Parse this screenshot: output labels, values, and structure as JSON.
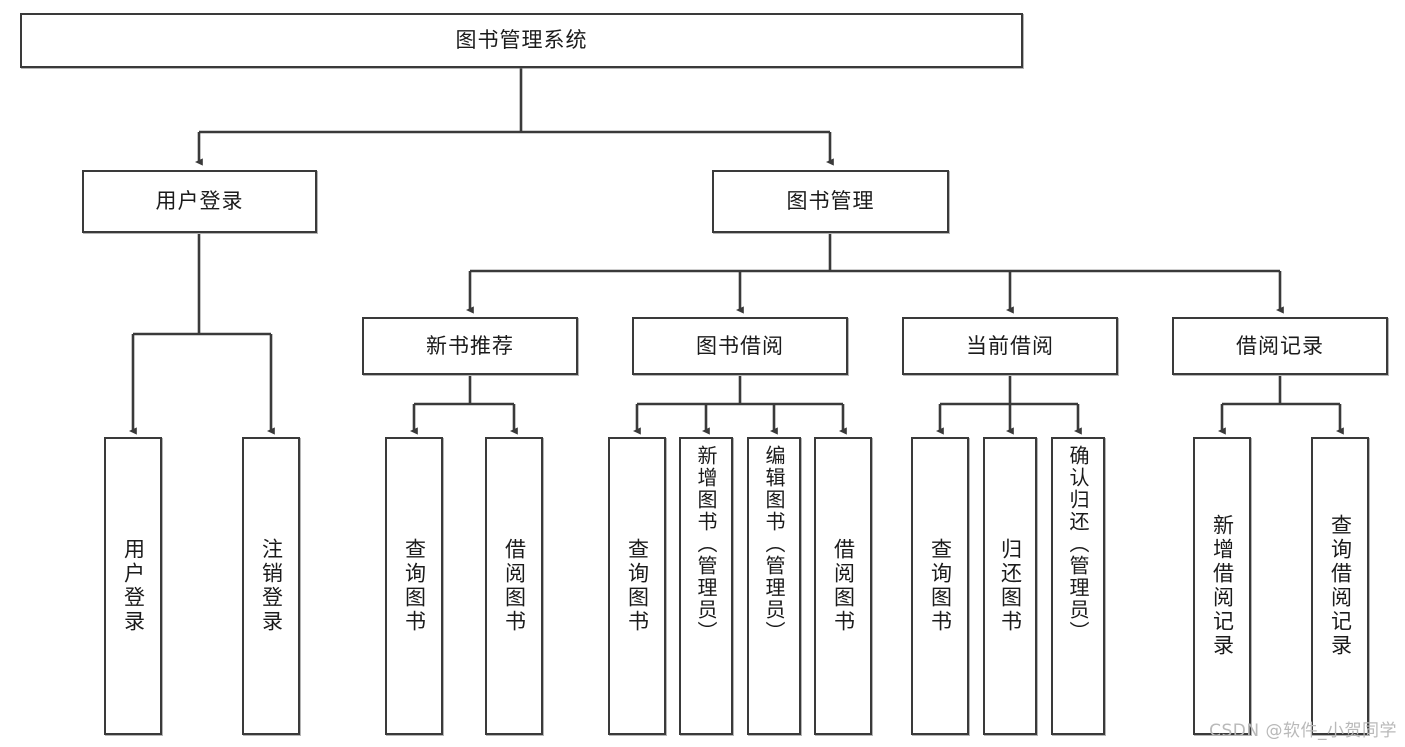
{
  "diagram": {
    "type": "tree",
    "title": "图书管理系统",
    "watermark": "CSDN @软件_小贺同学",
    "colors": {
      "box_border": "#3a3a3a",
      "box_fill": "#ffffff",
      "connector": "#3a3a3a",
      "text": "#1b1b1b",
      "watermark": "#b9b9b9"
    },
    "nodes": {
      "root": {
        "label": "图书管理系统"
      },
      "level2": [
        {
          "id": "user-login",
          "label": "用户登录"
        },
        {
          "id": "book-manage",
          "label": "图书管理"
        }
      ],
      "level3": [
        {
          "id": "new-book-recommend",
          "label": "新书推荐"
        },
        {
          "id": "book-borrow",
          "label": "图书借阅"
        },
        {
          "id": "current-borrow",
          "label": "当前借阅"
        },
        {
          "id": "borrow-record",
          "label": "借阅记录"
        }
      ],
      "leaves": {
        "user-login": [
          {
            "id": "leaf-user-login",
            "label": "用户登录"
          },
          {
            "id": "leaf-user-logout",
            "label": "注销登录"
          }
        ],
        "new-book-recommend": [
          {
            "id": "leaf-query-book-1",
            "label": "查询图书"
          },
          {
            "id": "leaf-borrow-book-1",
            "label": "借阅图书"
          }
        ],
        "book-borrow": [
          {
            "id": "leaf-query-book-2",
            "label": "查询图书"
          },
          {
            "id": "leaf-add-book-admin",
            "label": "新增图书（管理员）"
          },
          {
            "id": "leaf-edit-book-admin",
            "label": "编辑图书（管理员）"
          },
          {
            "id": "leaf-borrow-book-2",
            "label": "借阅图书"
          }
        ],
        "current-borrow": [
          {
            "id": "leaf-query-book-3",
            "label": "查询图书"
          },
          {
            "id": "leaf-return-book",
            "label": "归还图书"
          },
          {
            "id": "leaf-confirm-return-admin",
            "label": "确认归还（管理员）"
          }
        ],
        "borrow-record": [
          {
            "id": "leaf-add-borrow-record",
            "label": "新增借阅记录"
          },
          {
            "id": "leaf-query-borrow-record",
            "label": "查询借阅记录"
          }
        ]
      }
    }
  }
}
